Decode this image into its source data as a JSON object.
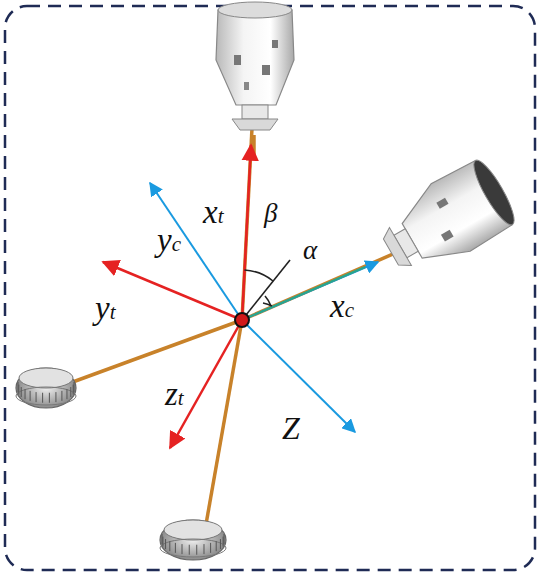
{
  "diagram": {
    "labels": [
      "xt",
      "β",
      "α",
      "yc",
      "yt",
      "xc",
      "zt",
      "Z"
    ]
  }
}
